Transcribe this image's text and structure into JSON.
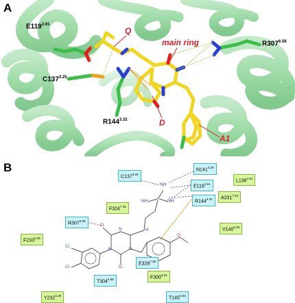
{
  "panel_a": {
    "letter": "A",
    "residues": [
      {
        "name": "E119",
        "sup": "2.61"
      },
      {
        "name": "C137",
        "sup": "3.25"
      },
      {
        "name": "R144",
        "sup": "3.32"
      },
      {
        "name": "R307",
        "sup": "6.58"
      }
    ],
    "ligand_labels": {
      "q": "Q",
      "main_ring": "main ring",
      "d": "D",
      "a1": "A1"
    }
  },
  "panel_b": {
    "letter": "B",
    "polar_residues": [
      {
        "name": "C137",
        "sup": "3.25"
      },
      {
        "name": "N141",
        "sup": "3.29"
      },
      {
        "name": "E119",
        "sup": "2.61"
      },
      {
        "name": "R144",
        "sup": "3.32"
      },
      {
        "name": "R307",
        "sup": "6.58"
      },
      {
        "name": "E328",
        "sup": "7.39"
      },
      {
        "name": "T304",
        "sup": "6.55"
      },
      {
        "name": "T145",
        "sup": "3.33"
      }
    ],
    "hydrophobic_residues": [
      {
        "name": "L136",
        "sup": "3.24"
      },
      {
        "name": "A331",
        "sup": "7.42"
      },
      {
        "name": "F324",
        "sup": "7.35"
      },
      {
        "name": "V140",
        "sup": "3.29"
      },
      {
        "name": "F233",
        "sup": "5.39"
      },
      {
        "name": "F300",
        "sup": "6.51"
      },
      {
        "name": "Y232",
        "sup": "5.38"
      }
    ],
    "atoms": {
      "nh": "NH",
      "nh2": "NH",
      "nh_right": "NH",
      "n": "N",
      "o": "O",
      "cl": "Cl",
      "h": "H"
    }
  },
  "colors": {
    "helix": "#8fd69a",
    "helix_dark": "#5fb86c",
    "carbon_ligand": "#f2d51f",
    "carbon_residue": "#3cbf4a",
    "nitrogen": "#2b3fd6",
    "oxygen": "#e02020",
    "sulfur": "#f0a020",
    "hbond": "#9ad12a",
    "label_red": "#e0202a",
    "polar_box": "#c9f3f8",
    "hydrophobic_box": "#d7f59a"
  }
}
